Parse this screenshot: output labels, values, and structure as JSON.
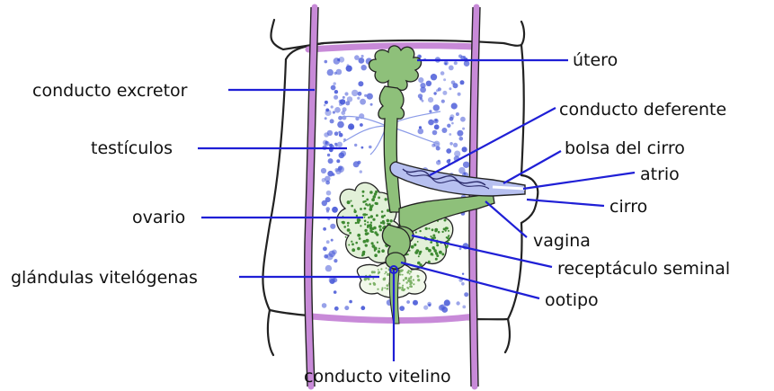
{
  "labels": {
    "utero": "útero",
    "conducto_excretor": "conducto excretor",
    "conducto_deferente": "conducto deferente",
    "testiculos": "testículos",
    "bolsa_del_cirro": "bolsa del cirro",
    "atrio": "atrio",
    "cirro": "cirro",
    "ovario": "ovario",
    "vagina": "vagina",
    "receptaculo_seminal": "receptáculo seminal",
    "glandulas_vitelogenas": "glándulas vitelógenas",
    "ootipo": "ootipo",
    "conducto_vitelino": "conducto vitelino"
  },
  "colors": {
    "leader_line": "#1f1fd6",
    "excretory_canal": "#c88ad8",
    "testes_dots": "#4a5bd8",
    "reproductive_organs": "#7fb36a",
    "yolk_glands": "#3e8a32",
    "cirrus_pouch": "#7f8ed8",
    "outline": "#222222"
  }
}
